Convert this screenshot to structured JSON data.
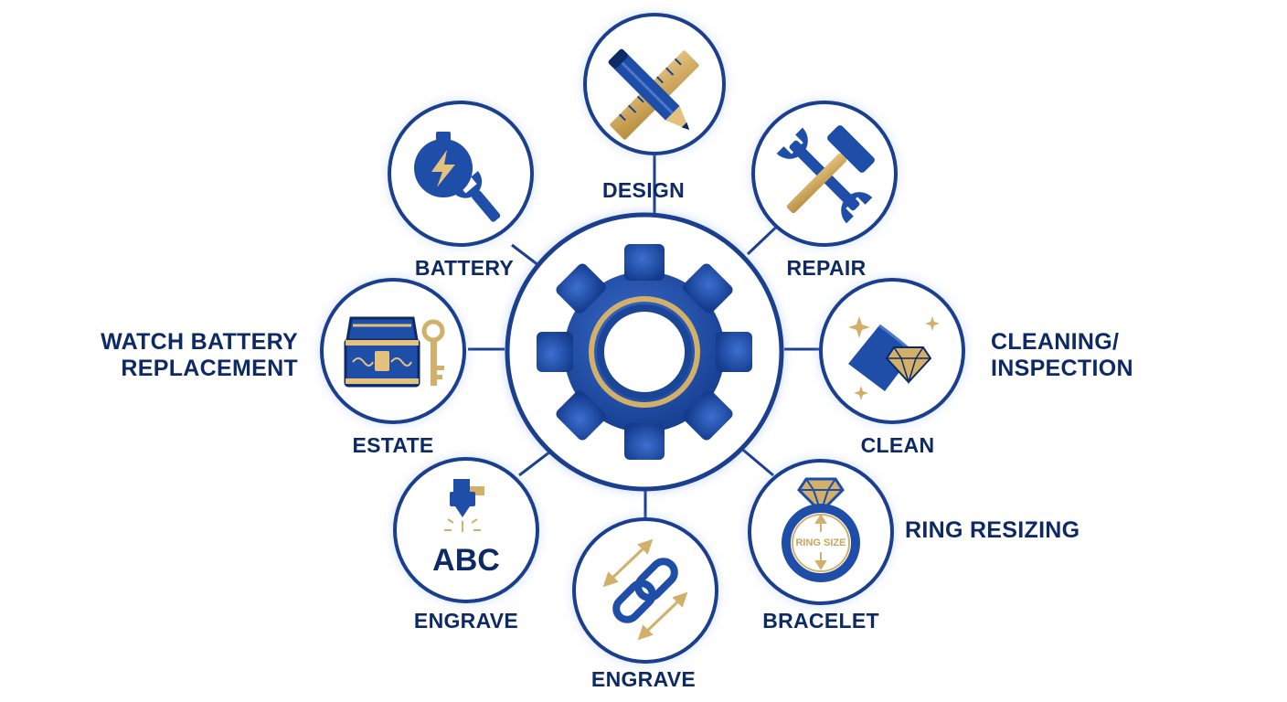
{
  "center": {
    "icon": "gear-icon"
  },
  "nodes": [
    {
      "id": "design",
      "label": "DESIGN",
      "icon": "ruler-pencil-icon"
    },
    {
      "id": "battery",
      "label": "BATTERY",
      "icon": "battery-wrench-icon"
    },
    {
      "id": "repair",
      "label": "REPAIR",
      "icon": "hammer-wrench-icon"
    },
    {
      "id": "estate",
      "label": "ESTATE",
      "icon": "treasure-chest-key-icon"
    },
    {
      "id": "clean",
      "label": "CLEAN",
      "icon": "cloth-diamond-sparkle-icon"
    },
    {
      "id": "engrave1",
      "label": "ENGRAVE",
      "icon": "laser-engrave-abc-icon"
    },
    {
      "id": "engrave2",
      "label": "ENGRAVE",
      "icon": "chain-link-arrows-icon"
    },
    {
      "id": "bracelet",
      "label": "BRACELET",
      "icon": "ring-size-icon",
      "inner_text": "RING SIZE"
    }
  ],
  "side_labels": {
    "watch_line1": "WATCH BATTERY",
    "watch_line2": "REPLACEMENT",
    "cleaning_line1": "CLEANING/",
    "cleaning_line2": "INSPECTION",
    "ring_resizing": "RING RESIZING"
  },
  "icon_texts": {
    "abc": "ABC"
  },
  "colors": {
    "navy": "#0d2a66",
    "blue": "#1f4ea8",
    "gold": "#c9a45a",
    "ring": "#1a3f8f",
    "glow": "#9db8ee"
  }
}
